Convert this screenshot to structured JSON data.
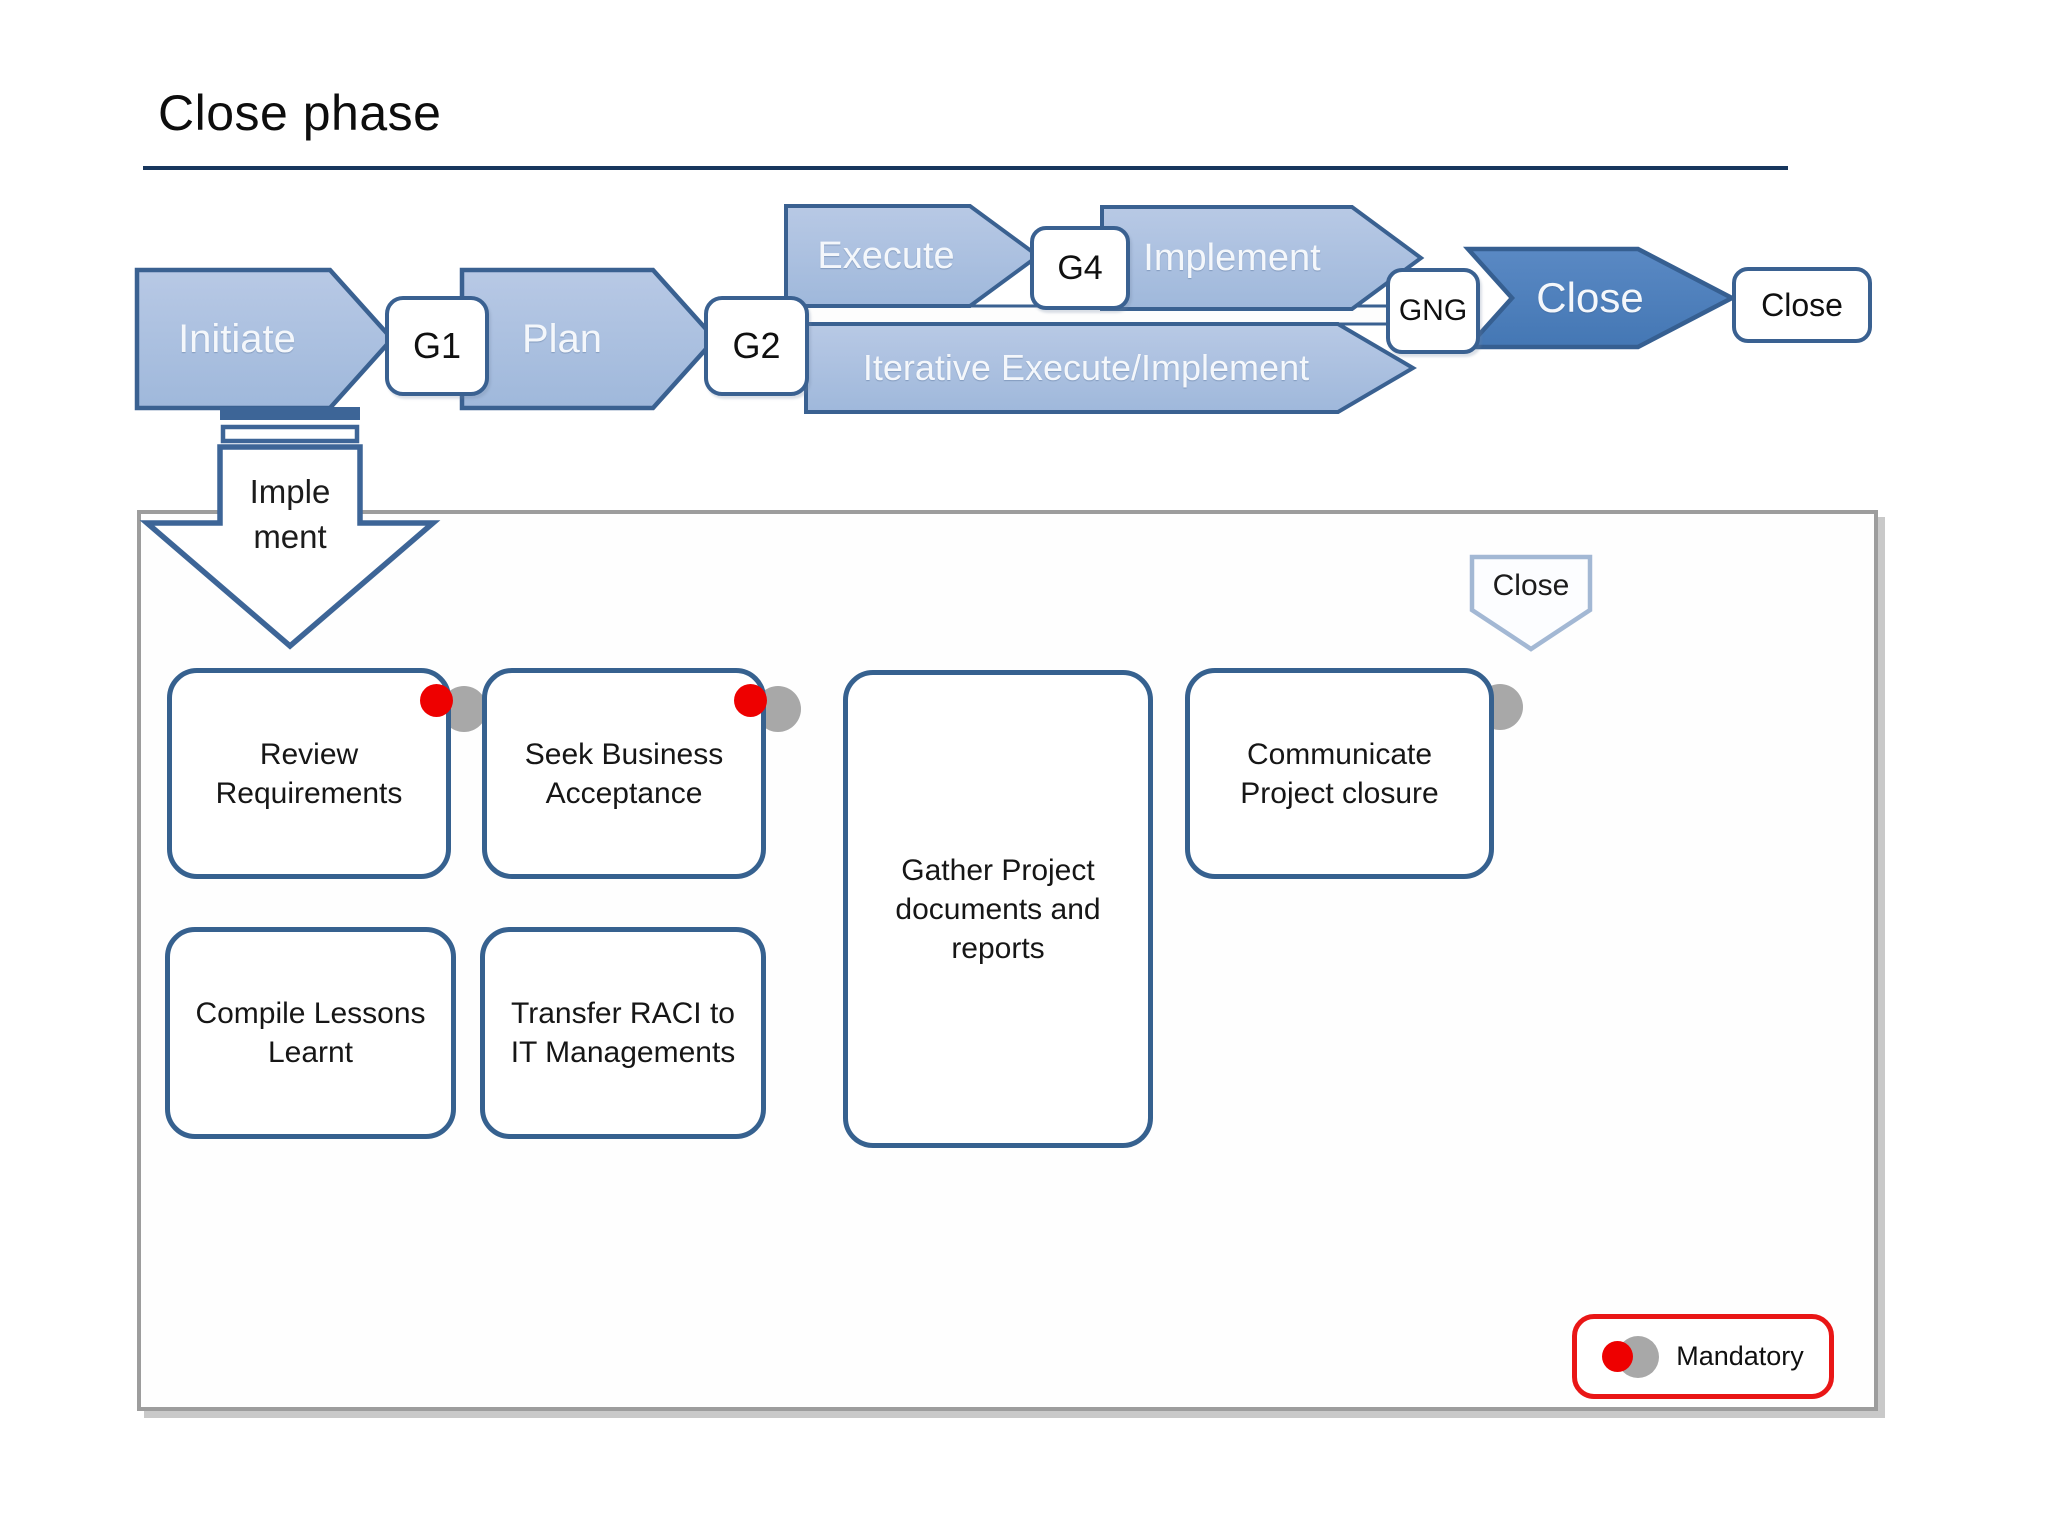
{
  "slide": {
    "title": "Close phase"
  },
  "flow": {
    "stages": {
      "initiate": "Initiate",
      "plan": "Plan",
      "execute": "Execute",
      "implement": "Implement",
      "iterative": "Iterative Execute/Implement",
      "close_arrow": "Close"
    },
    "gates": {
      "g1": "G1",
      "g2": "G2",
      "g4": "G4",
      "gng": "GNG"
    },
    "end_label": "Close"
  },
  "detail": {
    "entry_arrow": {
      "line1": "Imple",
      "line2": "ment"
    },
    "close_tag": "Close",
    "activities": [
      {
        "label": "Review Requirements",
        "mandatory": true
      },
      {
        "label": "Seek Business Acceptance",
        "mandatory": true
      },
      {
        "label": "Gather Project documents and reports",
        "mandatory": false
      },
      {
        "label": "Communicate Project closure",
        "mandatory": false
      },
      {
        "label": "Compile Lessons Learnt",
        "mandatory": false
      },
      {
        "label": "Transfer RACI to IT Managements",
        "mandatory": false
      }
    ],
    "legend": {
      "label": "Mandatory"
    }
  },
  "colors": {
    "phase_arrow_fill": "#a9bede",
    "phase_arrow_border": "#3a6191",
    "close_arrow_fill": "#4d7fbc",
    "title_rule": "#17365d",
    "mandatory_red": "#ee0000",
    "marker_gray": "#a8a8a8",
    "container_border": "#9d9d9d",
    "activity_border": "#36618f"
  }
}
